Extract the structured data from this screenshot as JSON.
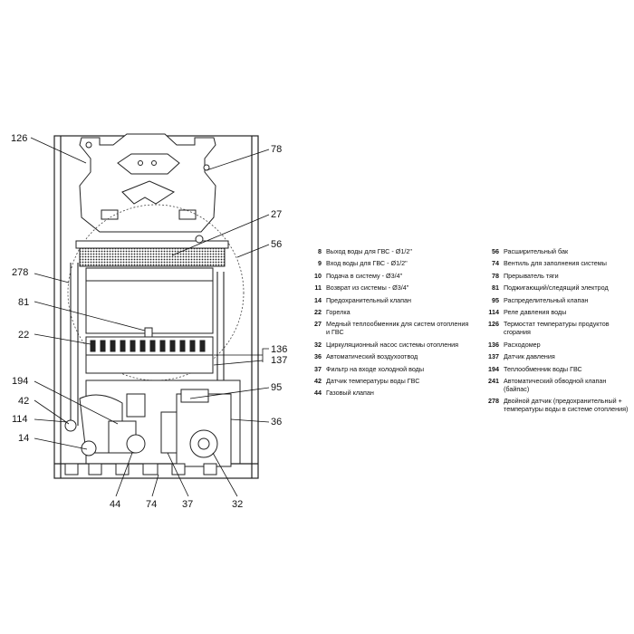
{
  "callouts": {
    "c126": "126",
    "c78": "78",
    "c27": "27",
    "c56": "56",
    "c278": "278",
    "c81": "81",
    "c22": "22",
    "c136": "136",
    "c137": "137",
    "c194": "194",
    "c95": "95",
    "c42": "42",
    "c114": "114",
    "c36": "36",
    "c14": "14",
    "c44": "44",
    "c74": "74",
    "c37": "37",
    "c32": "32"
  },
  "legend": {
    "left": [
      {
        "num": "8",
        "text": "Выход воды для ГВС - Ø1/2\""
      },
      {
        "num": "9",
        "text": "Вход воды для ГВС - Ø1/2\""
      },
      {
        "num": "10",
        "text": "Подача в систему - Ø3/4\""
      },
      {
        "num": "11",
        "text": "Возврат из системы - Ø3/4\""
      },
      {
        "num": "14",
        "text": "Предохранительный клапан"
      },
      {
        "num": "22",
        "text": "Горелка"
      },
      {
        "num": "27",
        "text": "Медный теплообменник для систем отопления и ГВС"
      },
      {
        "num": "32",
        "text": "Циркуляционный насос системы отопления"
      },
      {
        "num": "36",
        "text": "Автоматический воздухоотвод"
      },
      {
        "num": "37",
        "text": "Фильтр на входе холодной воды"
      },
      {
        "num": "42",
        "text": "Датчик температуры воды ГВС"
      },
      {
        "num": "44",
        "text": "Газовый клапан"
      }
    ],
    "right": [
      {
        "num": "56",
        "text": "Расширительный бак"
      },
      {
        "num": "74",
        "text": "Вентиль для заполнения системы"
      },
      {
        "num": "78",
        "text": "Прерыватель тяги"
      },
      {
        "num": "81",
        "text": "Поджигающий/следящий электрод"
      },
      {
        "num": "95",
        "text": "Распределительный клапан"
      },
      {
        "num": "114",
        "text": "Реле давления воды"
      },
      {
        "num": "126",
        "text": "Термостат температуры продуктов сгорания"
      },
      {
        "num": "136",
        "text": "Расходомер"
      },
      {
        "num": "137",
        "text": "Датчик давления"
      },
      {
        "num": "194",
        "text": "Теплообменник воды ГВС"
      },
      {
        "num": "241",
        "text": "Автоматический обводной клапан (байпас)"
      },
      {
        "num": "278",
        "text": "Двойной датчик (предохранительный + температуры воды в системе отопления)"
      }
    ]
  }
}
